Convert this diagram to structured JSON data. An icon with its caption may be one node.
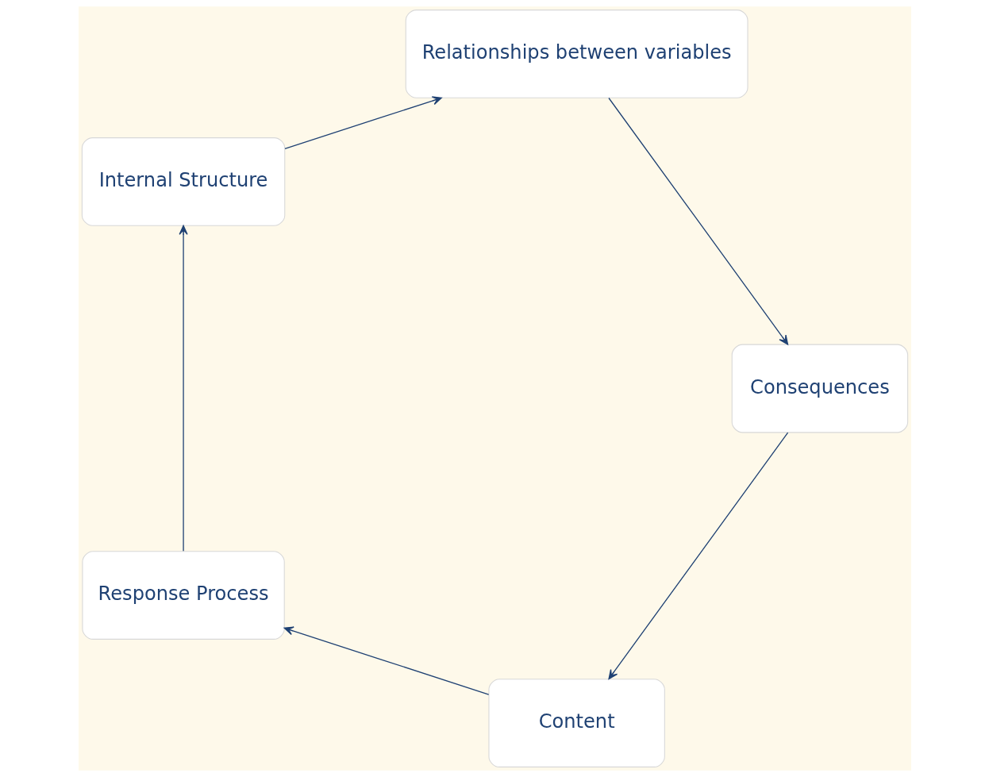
{
  "diagram": {
    "nodes": [
      {
        "text": [
          "Content"
        ]
      },
      {
        "text": [
          "Response Process"
        ]
      },
      {
        "text": [
          "Internal Structure"
        ]
      },
      {
        "text": [
          "Relationships between variables"
        ]
      },
      {
        "text": [
          "Consequences"
        ]
      }
    ],
    "edges": [
      {
        "from": 0,
        "to": 1,
        "arrow": "to"
      },
      {
        "from": 1,
        "to": 2,
        "arrow": "to"
      },
      {
        "from": 2,
        "to": 3,
        "arrow": "to"
      },
      {
        "from": 3,
        "to": 4,
        "arrow": "to"
      },
      {
        "from": 4,
        "to": 0,
        "arrow": "to"
      }
    ]
  }
}
